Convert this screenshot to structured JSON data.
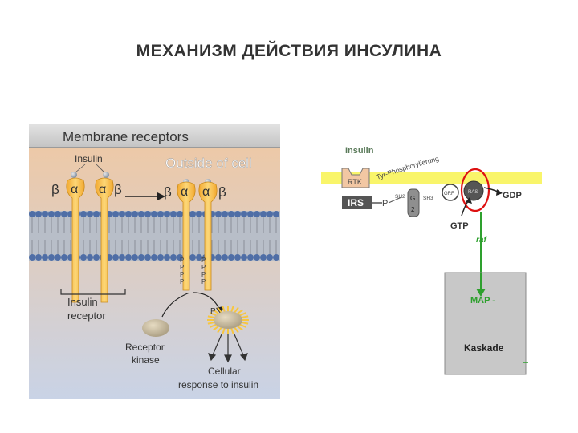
{
  "slide": {
    "title": "МЕХАНИЗМ ДЕЙСТВИЯ ИНСУЛИНА"
  },
  "left_panel": {
    "header": "Membrane receptors",
    "outside_label": "Outside of cell",
    "insulin_label": "Insulin",
    "alpha": "α",
    "beta": "β",
    "phospho": "P",
    "receptor_label": [
      "Insulin",
      "receptor"
    ],
    "kinase_label": [
      "Receptor",
      "kinase"
    ],
    "response_label": [
      "Cellular",
      "response to insulin"
    ]
  },
  "right_panel": {
    "insulin_label": "Insulin",
    "rtk": "RTK",
    "tyr_text": "Tyr-Phosphorylierung",
    "irs": "IRS",
    "p": "P",
    "sh2": "SH2",
    "sh3": "SH3",
    "grb": "G\nr\nb",
    "grb2": "2",
    "grf": "GRF",
    "ras": "RAS",
    "gdp": "GDP",
    "gtp": "GTP",
    "raf": "raf",
    "map": "MAP -",
    "kaskade": "Kaskade"
  },
  "colors": {
    "title": "#333333",
    "membrane_band": "#f9f56a",
    "map_box": "#c8c8c8",
    "arrow": "#2ea02e",
    "highlight": "#dd1111",
    "receptor": "#f5b841"
  }
}
